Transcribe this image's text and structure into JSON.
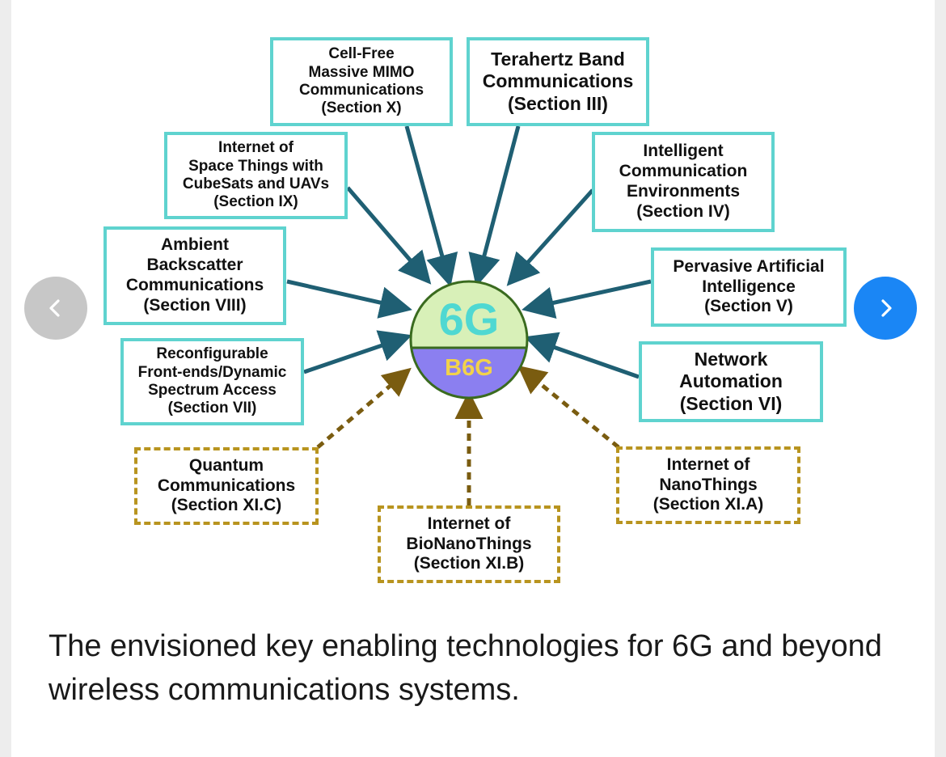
{
  "center": {
    "top_label": "6G",
    "bottom_label": "B6G"
  },
  "boxes": {
    "cell_free": [
      "Cell-Free",
      "Massive MIMO",
      "Communications",
      "(Section X)"
    ],
    "terahertz": [
      "Terahertz Band",
      "Communications",
      "(Section III)"
    ],
    "iost": [
      "Internet of",
      "Space Things with",
      "CubeSats and UAVs",
      "(Section IX)"
    ],
    "intelligent_env": [
      "Intelligent",
      "Communication",
      "Environments",
      "(Section IV)"
    ],
    "ambient": [
      "Ambient",
      "Backscatter",
      "Communications",
      "(Section VIII)"
    ],
    "pervasive_ai": [
      "Pervasive Artificial",
      "Intelligence",
      "(Section V)"
    ],
    "reconfigurable": [
      "Reconfigurable",
      "Front-ends/Dynamic",
      "Spectrum Access",
      "(Section VII)"
    ],
    "network_automation": [
      "Network",
      "Automation",
      "(Section VI)"
    ],
    "quantum": [
      "Quantum",
      "Communications",
      "(Section XI.C)"
    ],
    "bionano": [
      "Internet of",
      "BioNanoThings",
      "(Section XI.B)"
    ],
    "nano": [
      "Internet of",
      "NanoThings",
      "(Section XI.A)"
    ]
  },
  "caption": "The envisioned key enabling technologies for 6G and beyond wireless communications systems.",
  "colors": {
    "solid_border": "#5fd3cf",
    "dashed_border": "#b8941f",
    "solid_arrow": "#1f5f73",
    "dashed_arrow": "#7a5c10",
    "circle_top": "#d8f0b8",
    "circle_bottom": "#8b7ff0",
    "label_6g": "#4fd8d2",
    "label_b6g": "#f2d24a",
    "next_button": "#1a86f5",
    "prev_button": "#c7c7c7"
  },
  "nav": {
    "prev_icon": "chevron-left-icon",
    "next_icon": "chevron-right-icon"
  }
}
